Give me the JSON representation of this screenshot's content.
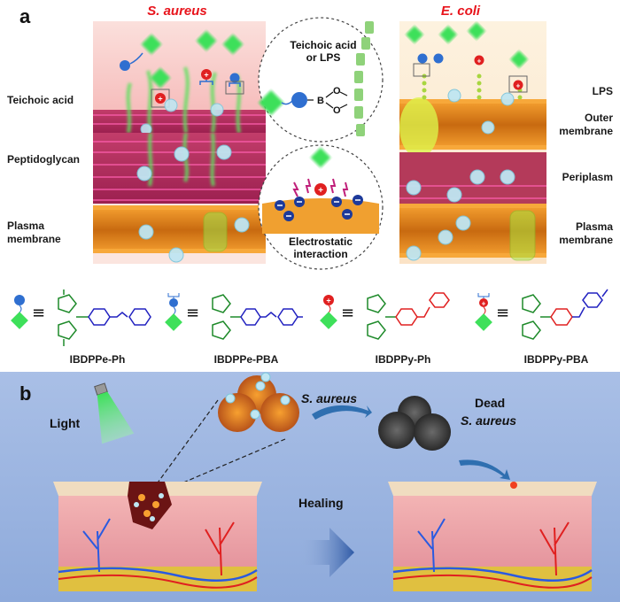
{
  "panel_a": {
    "letter": "a",
    "left_species": "S. aureus",
    "right_species": "E. coli",
    "left_labels": [
      "Teichoic acid",
      "Peptidoglycan",
      "Plasma",
      "membrane"
    ],
    "right_labels": {
      "lps": "LPS",
      "outer_1": "Outer",
      "outer_2": "membrane",
      "periplasm": "Periplasm",
      "plasma_1": "Plasma",
      "plasma_2": "membrane"
    },
    "circle_top": {
      "line1": "Teichoic acid",
      "line2": "or LPS",
      "boron": "B",
      "oxygen": "O"
    },
    "circle_bottom": {
      "line1": "Electrostatic",
      "line2": "interaction"
    },
    "molecules": [
      {
        "name": "IBDPPe-Ph",
        "symbol": "blue-sphere"
      },
      {
        "name": "IBDPPe-PBA",
        "symbol": "blue-sphere-with-PBA"
      },
      {
        "name": "IBDPPy-Ph",
        "symbol": "red-cation"
      },
      {
        "name": "IBDPPy-PBA",
        "symbol": "red-cation-with-PBA"
      }
    ],
    "equiv_symbol": "≡"
  },
  "panel_b": {
    "letter": "b",
    "light": "Light",
    "bacteria": "S. aureus",
    "dead_1": "Dead",
    "dead_2": "S. aureus",
    "healing": "Healing"
  },
  "colors": {
    "species_red": "#e8141c",
    "dye_green": "#3ee05a",
    "cation_red": "#e02020",
    "sphere_blue": "#2f6fd0",
    "membrane_orange": "#f09020",
    "panel_b_bg": "#9db5e2"
  }
}
